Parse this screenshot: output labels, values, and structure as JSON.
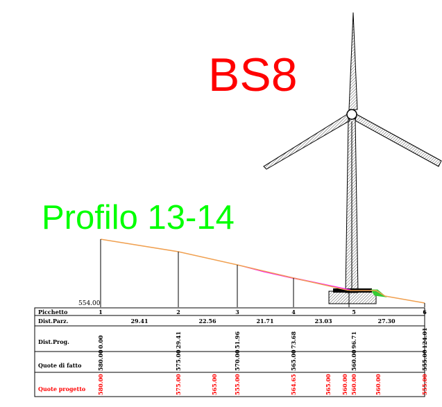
{
  "title": {
    "text": "BS8",
    "color": "#ff0000"
  },
  "subtitle": {
    "text": "Profilo 13-14",
    "color": "#00ff00"
  },
  "colors": {
    "terrain": "#f0a050",
    "cut_fill": "#ff00ff",
    "green_fill": "#33cc33",
    "project_text": "#ff0000",
    "line": "#000000"
  },
  "datum": "554.00",
  "table": {
    "row_labels": {
      "picchetto": "Picchetto",
      "dist_parz": "Dist.Parz.",
      "dist_prog": "Dist.Prog.",
      "quote_fatto": "Quote  di  fatto",
      "quote_progetto": "Quote  progetto"
    },
    "stations": [
      "1",
      "2",
      "3",
      "4",
      "5",
      "6"
    ],
    "dist_parz": [
      "29.41",
      "22.56",
      "21.71",
      "23.03",
      "27.30"
    ],
    "dist_prog": [
      "0.00",
      "29.41",
      "51.96",
      "73.68",
      "96.71",
      "124.01"
    ],
    "quote_fatto": [
      "580.00",
      "575.00",
      "570.00",
      "565.00",
      "560.00",
      "555.00"
    ],
    "quote_progetto": [
      "580.00",
      "575.00",
      "565.00",
      "555.00",
      "564.65",
      "565.00",
      "560.00",
      "560.00",
      "560.00",
      "555.00"
    ]
  },
  "turbine_icon": "wind-turbine-icon"
}
